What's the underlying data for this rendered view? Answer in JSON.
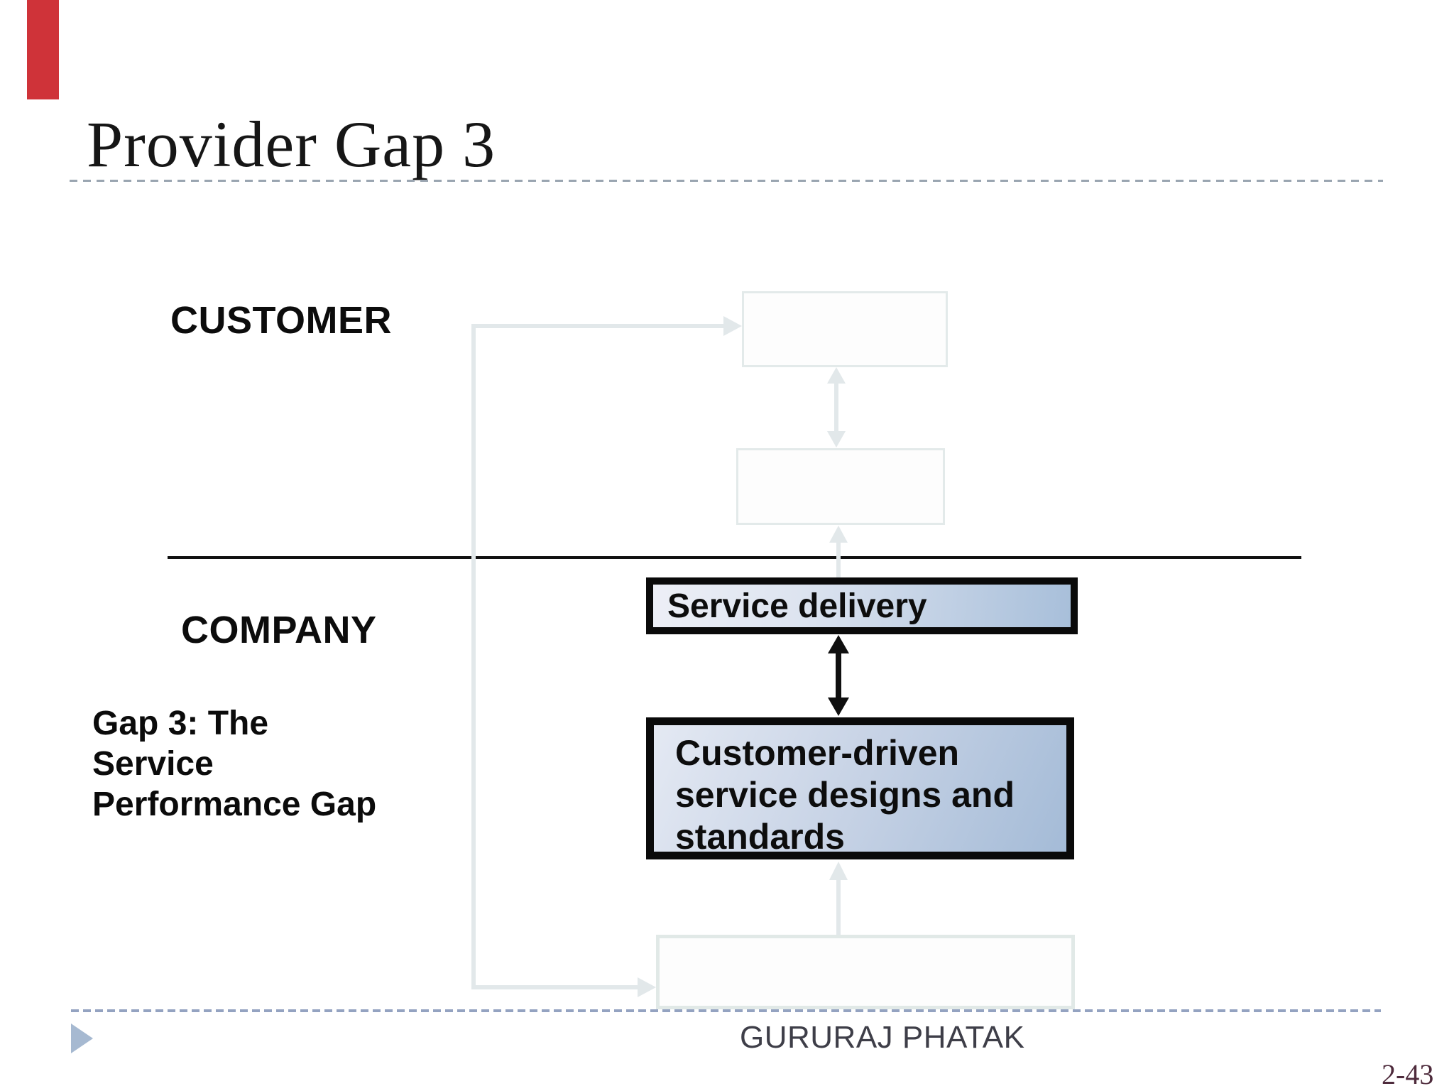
{
  "slide": {
    "title": "Provider Gap 3",
    "footer": "GURURAJ PHATAK",
    "page_number": "2-43"
  },
  "sections": {
    "customer_label": "CUSTOMER",
    "company_label": "COMPANY"
  },
  "gap_note": {
    "lines": [
      "Gap 3: The",
      "Service",
      "Performance Gap"
    ]
  },
  "diagram": {
    "service_delivery_box": {
      "label": "Service delivery"
    },
    "customer_driven_box": {
      "lines": [
        "Customer-driven",
        "service designs and",
        "standards"
      ]
    },
    "faded_boxes": [
      "top-unlabeled-box",
      "middle-unlabeled-box",
      "bottom-unlabeled-box"
    ],
    "colors": {
      "active_box_border": "#0a0a0a",
      "active_box_fill_light": "#e7ebf4",
      "active_box_fill_dark": "#a6bdd8",
      "faded_line": "#e2e8ea",
      "separator_line": "#101010",
      "title_dashed_rule": "#9aa5b1",
      "bottom_dashed_rule": "#94a3c1",
      "footer_text": "#3e3e48",
      "page_number_text": "#4e2b3c",
      "accent_bar": "#cf3339",
      "play_triangle": "#a6b9d1",
      "black_arrow": "#0f0f0f"
    }
  }
}
